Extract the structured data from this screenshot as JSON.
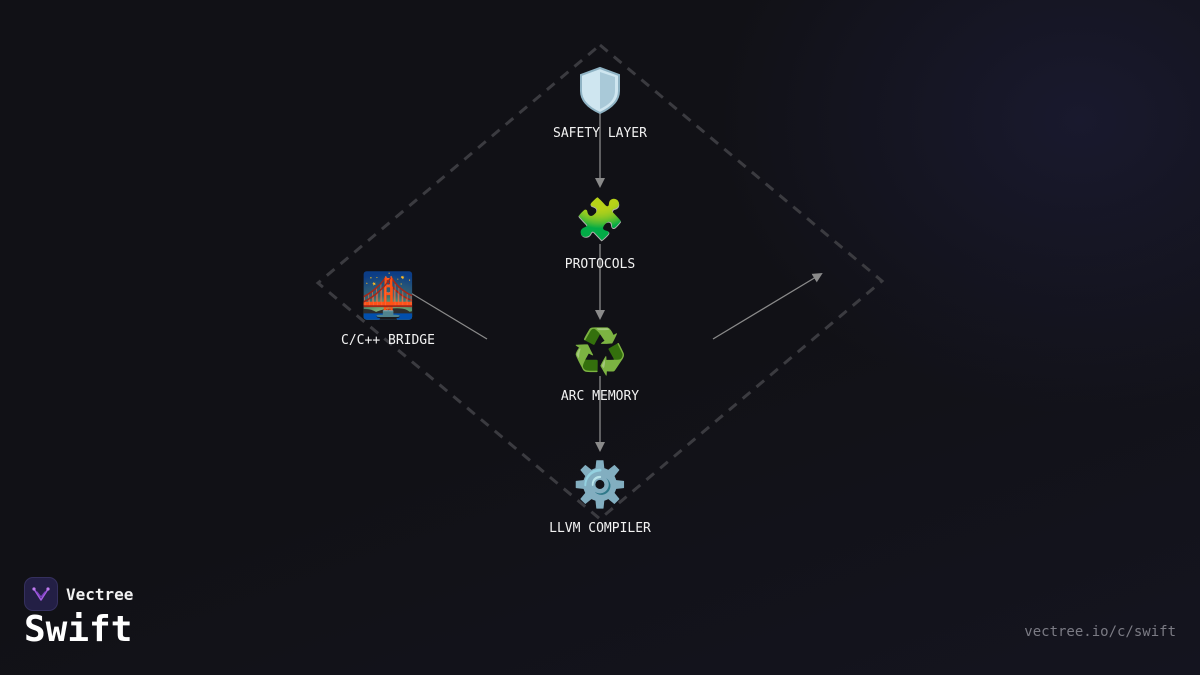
{
  "brand": {
    "name": "Vectree"
  },
  "page": {
    "title": "Swift",
    "url": "vectree.io/c/swift"
  },
  "nodes": [
    {
      "id": "safety",
      "label": "SAFETY LAYER",
      "icon": "shield-icon",
      "glyph": "🛡️"
    },
    {
      "id": "protocols",
      "label": "PROTOCOLS",
      "icon": "puzzle-piece-icon",
      "glyph": "🧩"
    },
    {
      "id": "arc",
      "label": "ARC MEMORY",
      "icon": "recycle-icon",
      "glyph": "♻️"
    },
    {
      "id": "llvm",
      "label": "LLVM COMPILER",
      "icon": "gear-icon",
      "glyph": "⚙️"
    },
    {
      "id": "bridge",
      "label": "C/C++ BRIDGE",
      "icon": "bridge-at-night-icon",
      "glyph": "🌉"
    }
  ],
  "edges": [
    {
      "from": "safety",
      "to": "protocols"
    },
    {
      "from": "protocols",
      "to": "arc"
    },
    {
      "from": "arc",
      "to": "llvm"
    }
  ],
  "colors": {
    "background": "#111116",
    "connector": "#8a8a8a",
    "dashed_outline": "#3b3b40",
    "label": "#f2f2f2",
    "logo_bg": "#231f45",
    "logo_mark": "#a25be0"
  }
}
